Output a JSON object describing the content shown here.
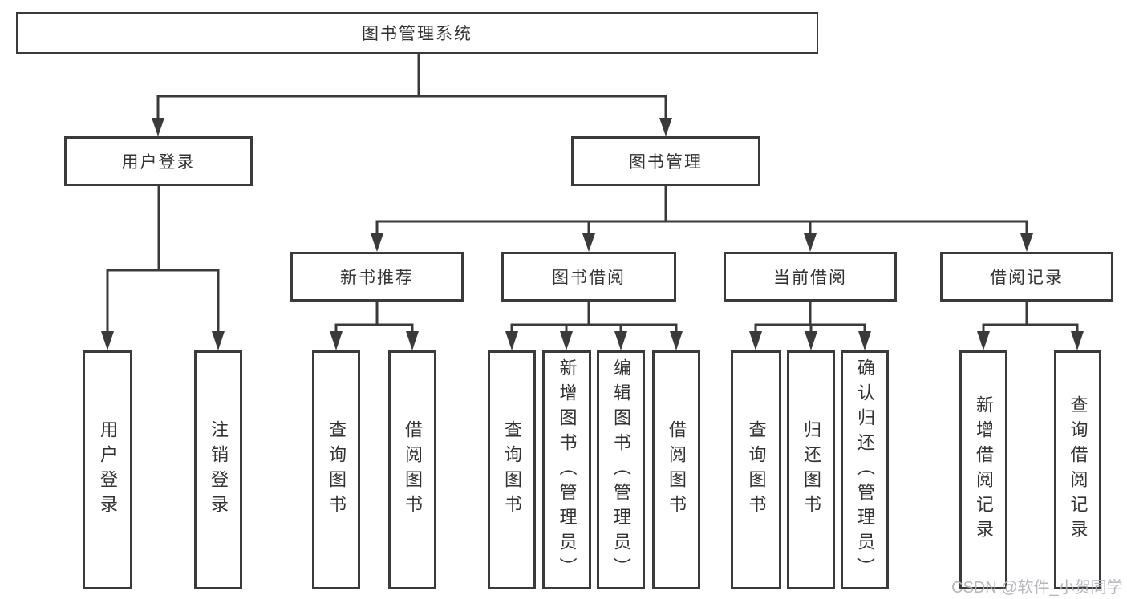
{
  "diagram": {
    "root_label": "图书管理系统",
    "level2": {
      "user_login": "用户登录",
      "book_management": "图书管理"
    },
    "level3": {
      "new_book_recommend": "新书推荐",
      "book_borrow": "图书借阅",
      "current_borrow": "当前借阅",
      "borrow_records": "借阅记录"
    },
    "leaves": {
      "user_login": [
        "用户登录",
        "注销登录"
      ],
      "new_book_recommend": [
        "查询图书",
        "借阅图书"
      ],
      "book_borrow": [
        "查询图书",
        "新增图书（管理员）",
        "编辑图书（管理员）",
        "借阅图书"
      ],
      "current_borrow": [
        "查询图书",
        "归还图书",
        "确认归还（管理员）"
      ],
      "borrow_records": [
        "新增借阅记录",
        "查询借阅记录"
      ]
    }
  },
  "watermark": "CSDN @软件_小贺同学",
  "colors": {
    "line": "#3a3a3a",
    "text": "#333333",
    "background": "#ffffff",
    "watermark": "#b2b2b8"
  }
}
